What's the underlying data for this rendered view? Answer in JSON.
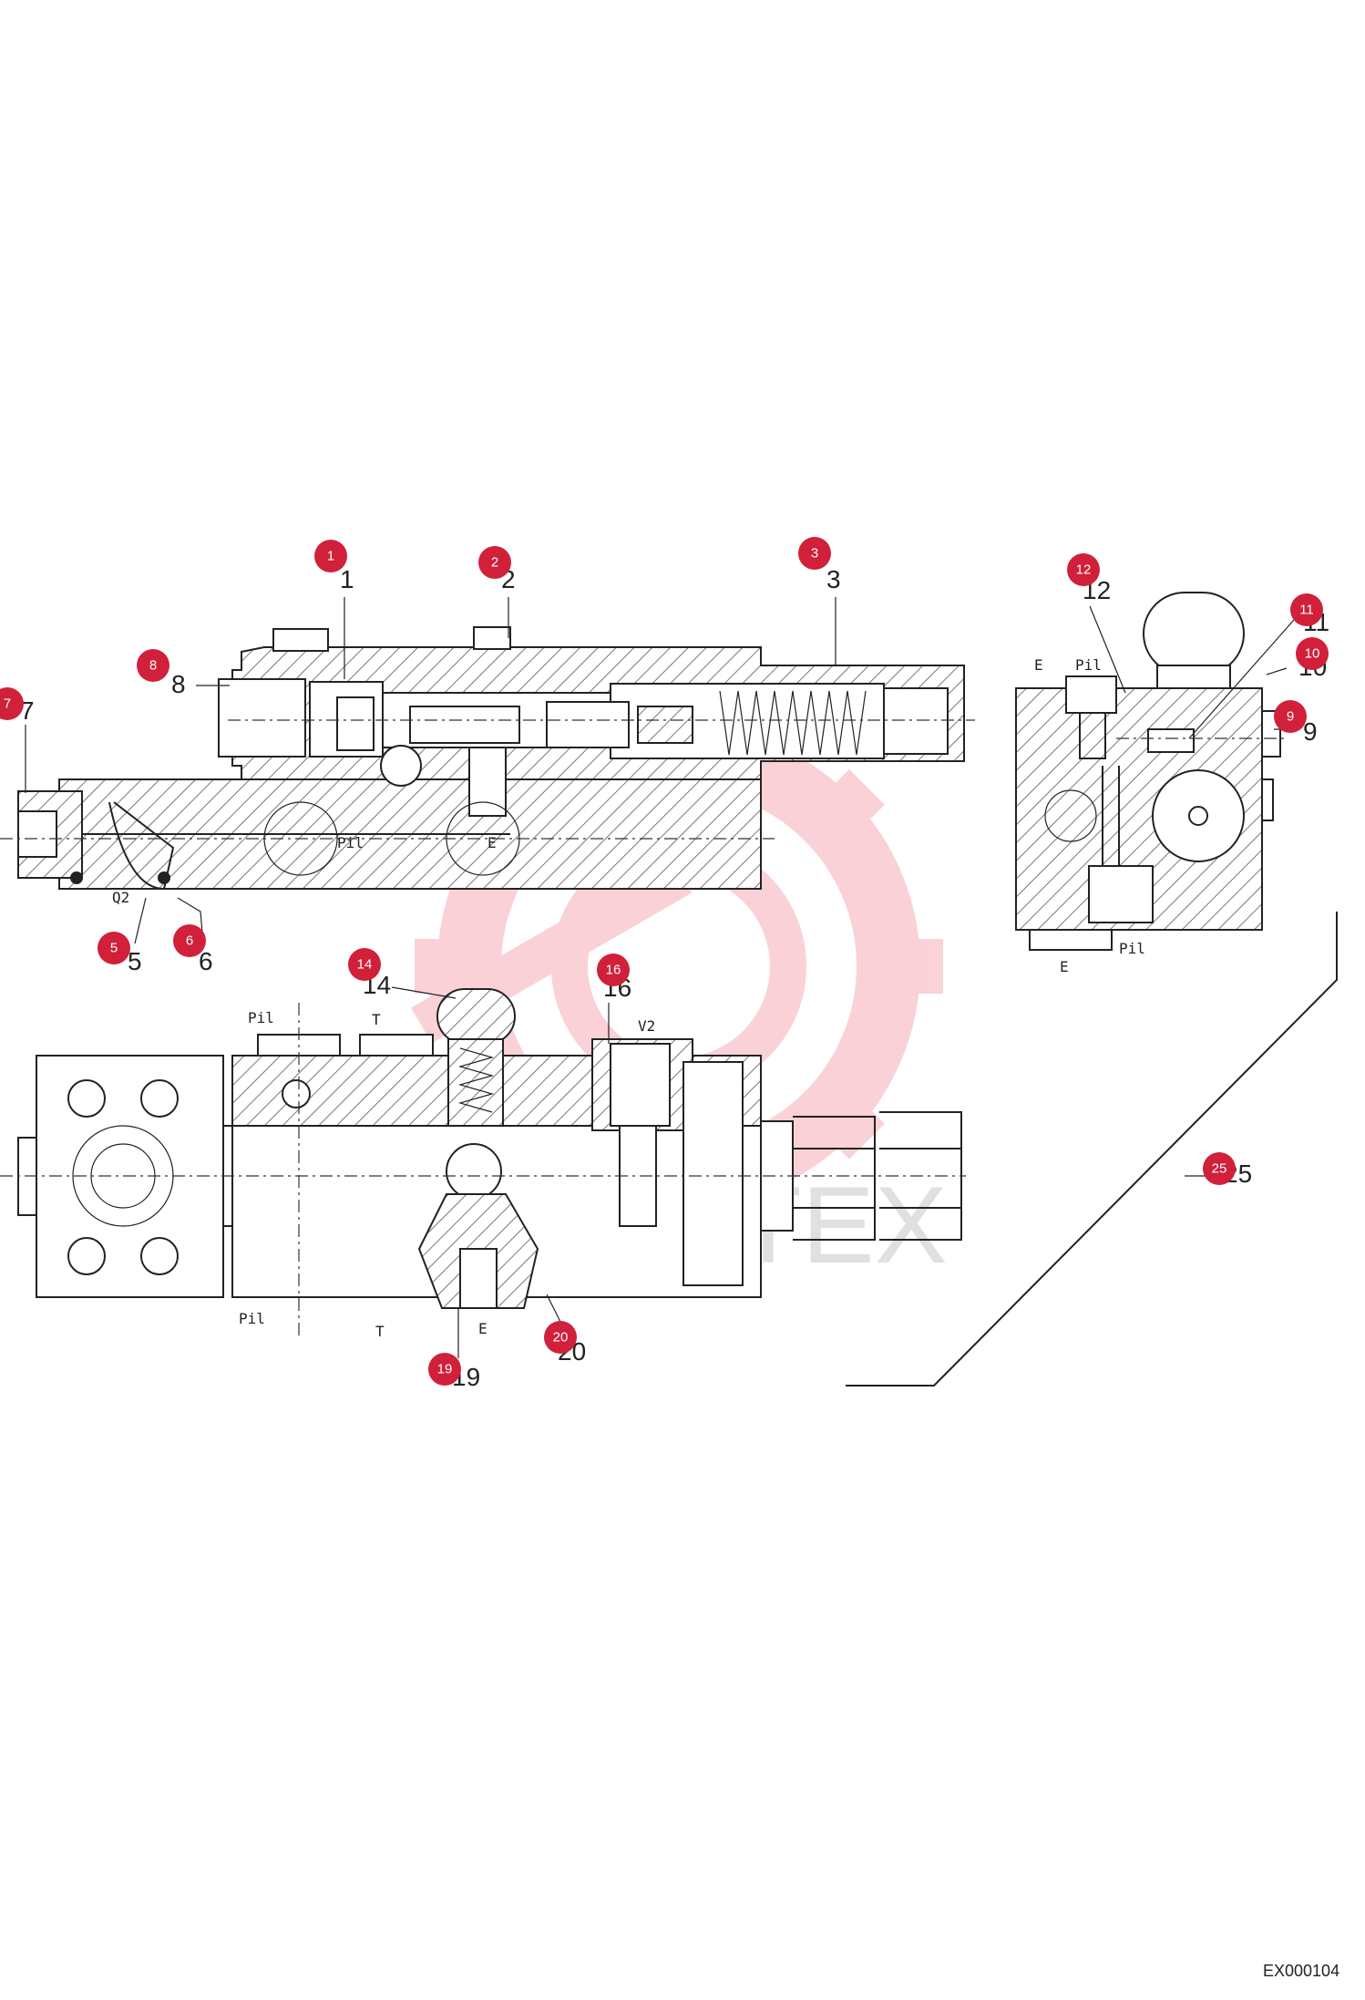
{
  "drawing_code": "EX000104",
  "watermark": {
    "text": "МИТЕХ",
    "color": "#e8334a"
  },
  "callout_color": "#d0203a",
  "callouts": [
    "1",
    "2",
    "3",
    "5",
    "6",
    "7",
    "8",
    "9",
    "10",
    "11",
    "12",
    "14",
    "16",
    "19",
    "20",
    "25"
  ],
  "leader_numbers": [
    "1",
    "2",
    "3",
    "5",
    "6",
    "7",
    "8",
    "9",
    "10",
    "11",
    "12",
    "14",
    "16",
    "19",
    "20",
    "25"
  ],
  "port_labels": {
    "top_view_pil": "Pil",
    "top_view_e": "E",
    "top_view_q2": "Q2",
    "side_e_top": "E",
    "side_pil_top": "Pil",
    "side_pil_bottom": "Pil",
    "side_e_bottom": "E",
    "front_pil_top": "Pil",
    "front_t_top": "T",
    "front_v2": "V2",
    "front_pil_bottom": "Pil",
    "front_t_bottom": "T",
    "front_e_bottom": "E"
  }
}
